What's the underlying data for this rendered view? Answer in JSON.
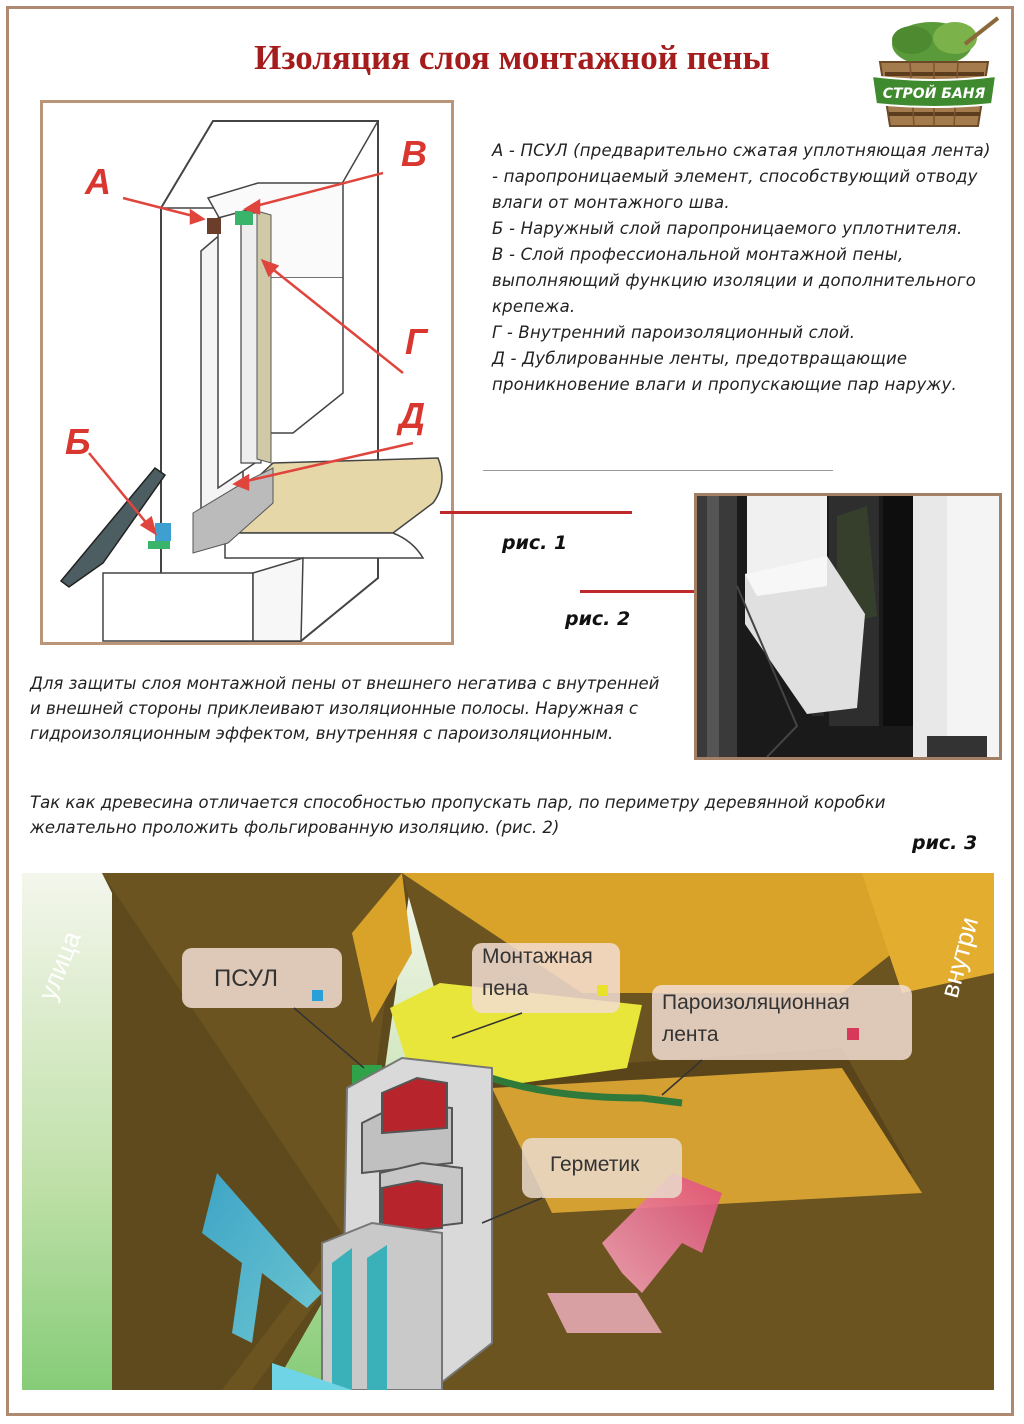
{
  "title": "Изоляция слоя монтажной пены",
  "logo": {
    "text": "СТРОЙ БАНЯ"
  },
  "figure1": {
    "letters": {
      "a": "А",
      "b": "Б",
      "v": "В",
      "g": "Г",
      "d": "Д"
    },
    "caption": "рис. 1"
  },
  "legend": [
    "А - ПСУЛ (предварительно сжатая уплотняющая лента) - паропроницаемый элемент, способствующий отводу влаги от монтажного шва.",
    "Б - Наружный слой паропроницаемого уплотнителя.",
    "В - Слой профессиональной монтажной пены, выполняющий функцию изоляции и дополнительного крепежа.",
    "Г - Внутренний пароизоляционный слой.",
    "Д - Дублированные ленты, предотвращающие проникновение влаги и пропускающие пар наружу."
  ],
  "figure2": {
    "caption": "рис. 2"
  },
  "paragraph1": "Для защиты слоя монтажной пены от внешнего негатива с внутренней и внешней стороны приклеивают изоляционные полосы. Наружная с гидроизоляционным эффектом, внутренняя с пароизоляционным.",
  "paragraph2": "Так как древесина отличается способностью пропускать пар, по периметру деревянной коробки желательно проложить фольгированную изоляцию. (рис. 2)",
  "figure3": {
    "caption": "рис. 3",
    "outside": "улица",
    "inside": "внутри",
    "labels": {
      "psul": "ПСУЛ",
      "foam_line1": "Монтажная",
      "foam_line2": "пена",
      "vapor_line1": "Пароизоляционная",
      "vapor_line2": "лента",
      "sealant": "Герметик"
    },
    "colors": {
      "psul": "#2aa0d8",
      "foam": "#e8e22a",
      "vapor": "#d8385a"
    }
  }
}
